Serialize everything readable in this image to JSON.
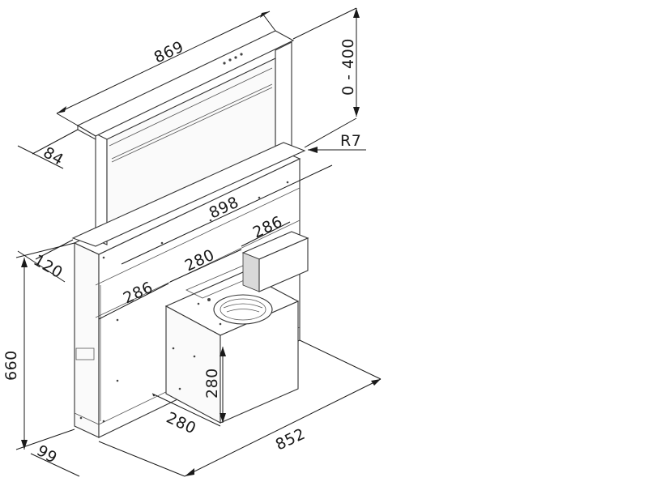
{
  "dimensions": {
    "top_width": "869",
    "top_depth": "84",
    "lift_height": "0 - 400",
    "radius": "R7",
    "body_width": "898",
    "body_depth": "120",
    "fan_side_a": "286",
    "fan_gap": "280",
    "fan_side_b": "286",
    "total_height": "660",
    "motor_height": "280",
    "motor_width": "280",
    "base_depth": "99",
    "base_width": "852"
  }
}
